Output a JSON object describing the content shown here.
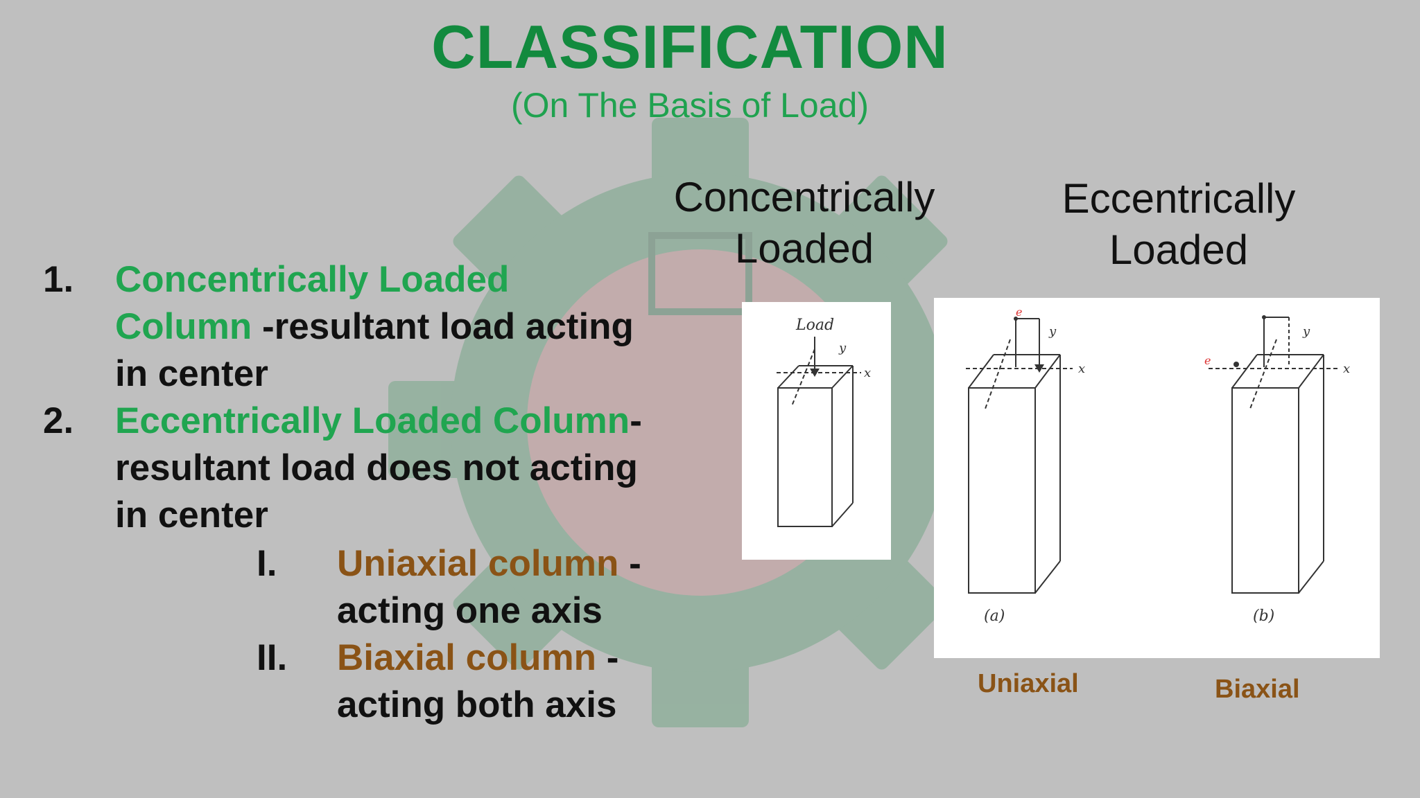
{
  "title": "CLASSIFICATION",
  "subtitle": "(On The Basis of Load)",
  "list": [
    {
      "num": "1.",
      "highlight": "Concentrically Loaded Column",
      "highlight_line1": "Concentrically Loaded",
      "highlight_line2": "Column",
      "rest_inline": " -resultant load acting",
      "rest_line": "in center"
    },
    {
      "num": "2.",
      "highlight": "Eccentrically Loaded Column",
      "rest_inline": "-",
      "rest_line1": "resultant load does not acting",
      "rest_line2": "in center"
    }
  ],
  "sublist": [
    {
      "num": "I.",
      "highlight": "Uniaxial column",
      "rest_inline": " -",
      "rest_line": "acting one axis"
    },
    {
      "num": "II.",
      "highlight": "Biaxial column",
      "rest_inline": " -",
      "rest_line": "acting both axis"
    }
  ],
  "figures": {
    "concentric_heading_1": "Concentrically",
    "concentric_heading_2": "Loaded",
    "eccentric_heading_1": "Eccentrically",
    "eccentric_heading_2": "Loaded",
    "load_label": "Load",
    "axis_x": "x",
    "axis_y": "y",
    "label_a": "(a)",
    "label_b": "(b)",
    "caption_uniaxial": "Uniaxial",
    "caption_biaxial": "Biaxial"
  },
  "colors": {
    "title": "#128a3e",
    "highlight": "#20a550",
    "sub_highlight": "#8a5316",
    "background": "#bfbfbf"
  }
}
